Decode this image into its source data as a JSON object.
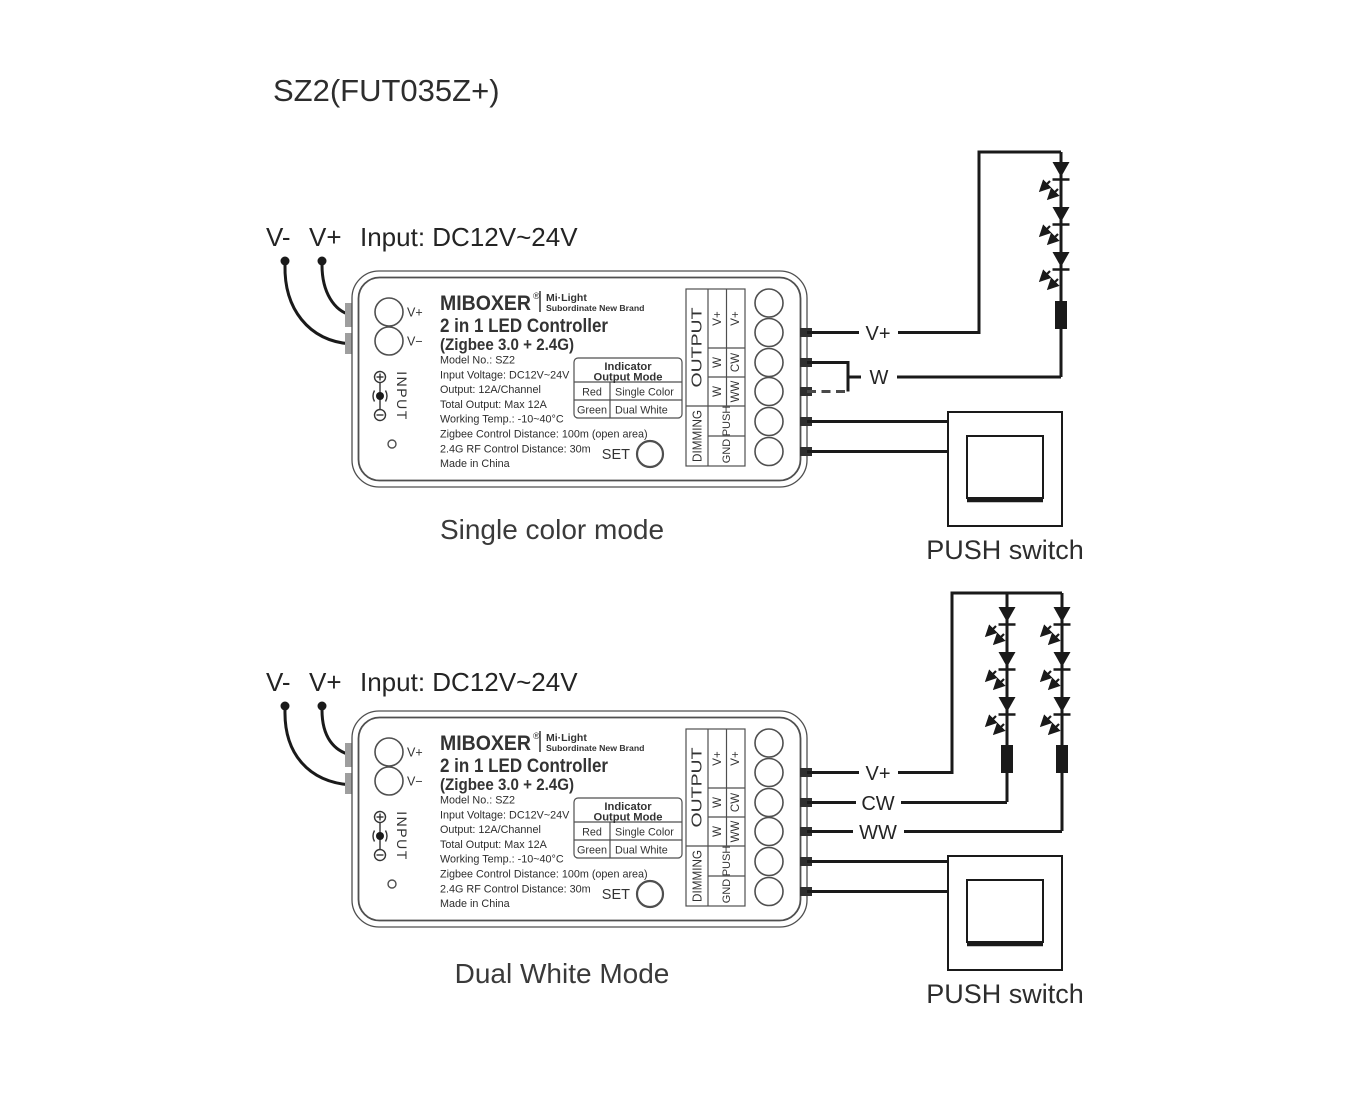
{
  "page_title": "SZ2(FUT035Z+)",
  "input_header": {
    "neg": "V-",
    "pos": "V+",
    "label": "Input: DC12V~24V"
  },
  "controller": {
    "brand": "MIBOXER",
    "registered": "®",
    "brand2_line1": "Mi·Light",
    "brand2_line2": "Subordinate New Brand",
    "product": "2 in 1 LED Controller",
    "product_sub": "(Zigbee 3.0 + 2.4G)",
    "input_terminal_pos": "V+",
    "input_terminal_neg": "V−",
    "input_port": "INPUT",
    "specs": [
      "Model No.: SZ2",
      "Input Voltage: DC12V~24V",
      "Output: 12A/Channel",
      "Total Output: Max 12A",
      "Working Temp.: -10~40°C",
      "Zigbee Control Distance: 100m (open area)",
      "2.4G RF Control Distance: 30m",
      "Made in China"
    ],
    "indicator": {
      "h1": "Indicator",
      "h2": "Output Mode",
      "r1c1": "Red",
      "r1c2": "Single Color",
      "r2c1": "Green",
      "r2c2": "Dual White"
    },
    "set": "SET",
    "terminals": {
      "output": "OUTPUT",
      "dimming": "DIMMING",
      "vplus_a": "V+",
      "vplus_b": "V+",
      "w1": "W",
      "cw": "CW",
      "w2": "W",
      "ww": "WW",
      "push": "PUSH",
      "gnd": "GND"
    }
  },
  "diagram1": {
    "caption": "Single color mode",
    "label_vplus": "V+",
    "label_w": "W",
    "push_switch": "PUSH switch"
  },
  "diagram2": {
    "caption": "Dual White Mode",
    "label_vplus": "V+",
    "label_cw": "CW",
    "label_ww": "WW",
    "push_switch": "PUSH switch"
  }
}
